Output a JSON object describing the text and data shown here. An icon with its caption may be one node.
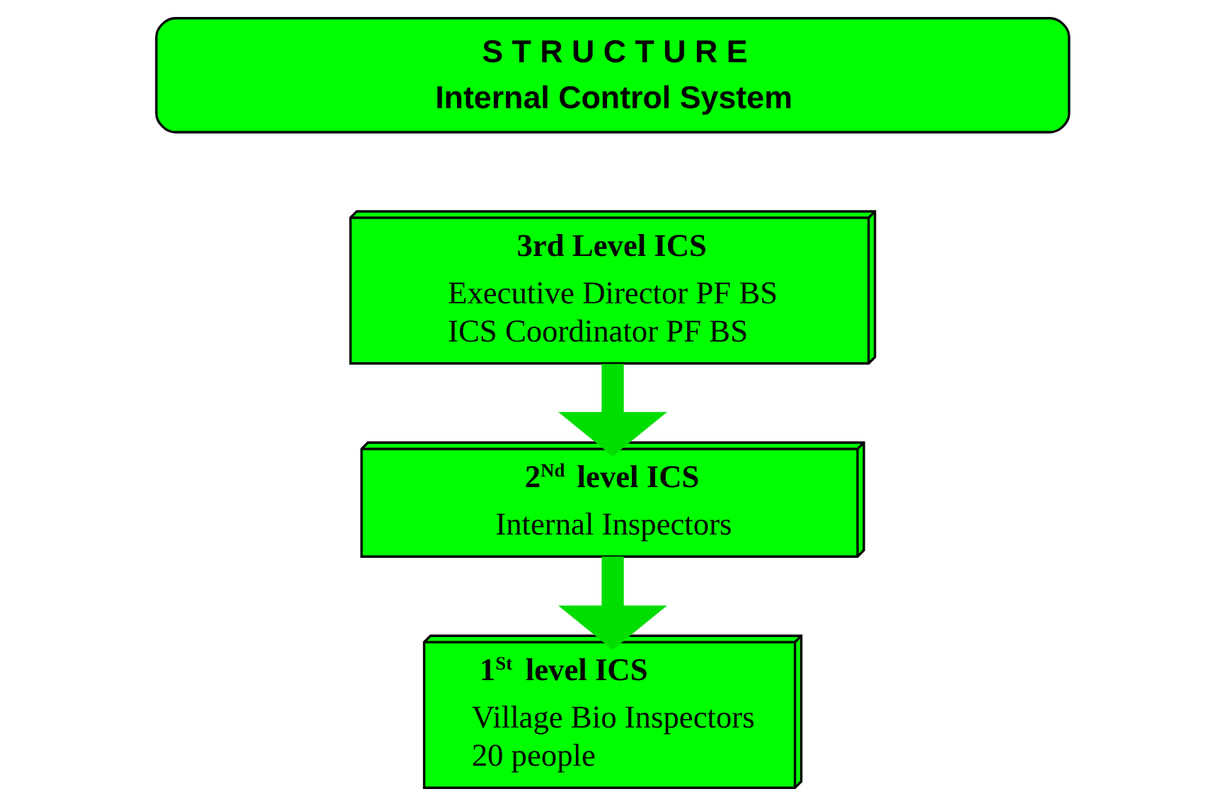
{
  "diagram": {
    "nodes": [
      {
        "text": [
          "S T R U C T U R E",
          "Internal Control System"
        ]
      },
      {
        "text": [
          "3rd Level ICS",
          "Executive Director PF BS",
          "ICS Coordinator PF BS"
        ]
      },
      {
        "text": [
          "2$^{Nd}$ level ICS",
          "Internal Inspectors"
        ]
      },
      {
        "text": [
          "1$^{St}$ level ICS",
          "Village Bio Inspectors",
          "20 people"
        ]
      }
    ],
    "edges": [
      {
        "from": 1,
        "to": 2,
        "arrow": "to"
      },
      {
        "from": 2,
        "to": 3,
        "arrow": "to"
      }
    ]
  }
}
